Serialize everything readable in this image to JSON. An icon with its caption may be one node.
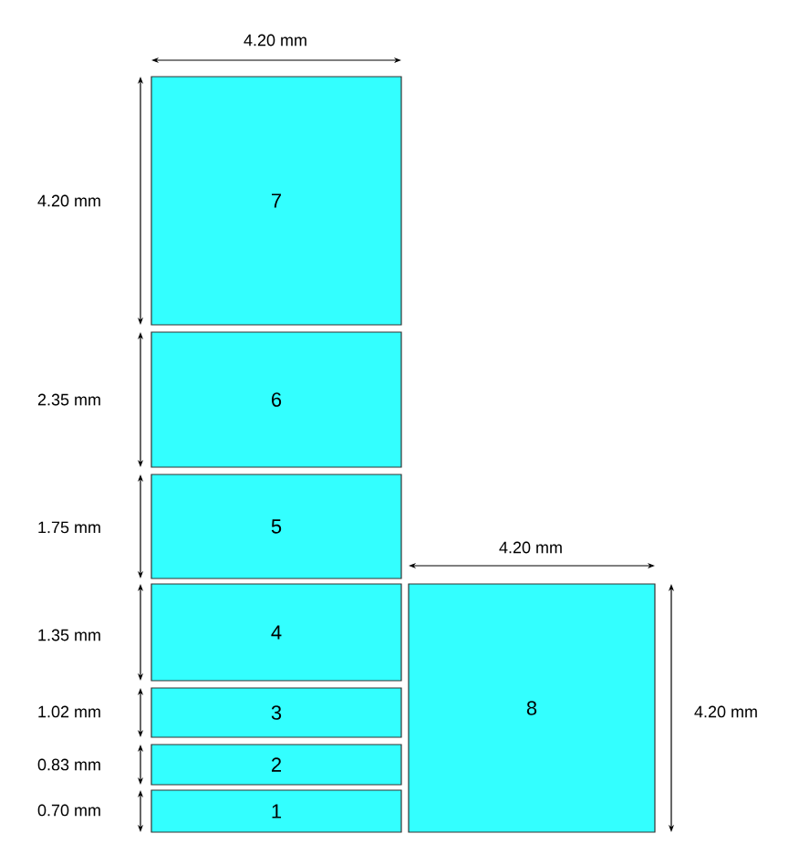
{
  "diagram": {
    "nodes": [
      {
        "text": [
          "7"
        ]
      },
      {
        "text": [
          "6"
        ]
      },
      {
        "text": [
          "5"
        ]
      },
      {
        "text": [
          "4"
        ]
      },
      {
        "text": [
          "3"
        ]
      },
      {
        "text": [
          "2"
        ]
      },
      {
        "text": [
          "1"
        ]
      },
      {
        "text": [
          "8"
        ]
      }
    ],
    "labels": [
      "4.20 mm",
      "4.20 mm",
      "2.35 mm",
      "1.75 mm",
      "4.20 mm",
      "1.35 mm",
      "1.02 mm",
      "4.20 mm",
      "0.83 mm",
      "0.70 mm"
    ]
  }
}
